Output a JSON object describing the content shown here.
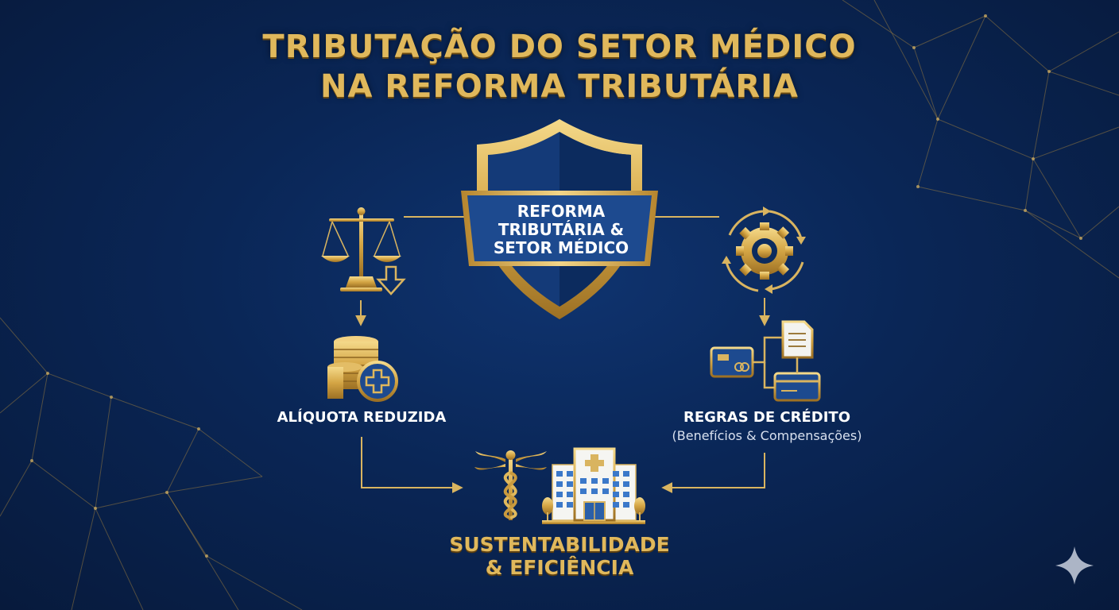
{
  "title": {
    "line1": "TRIBUTAÇÃO DO SETOR MÉDICO",
    "line2": "NA REFORMA TRIBUTÁRIA"
  },
  "shield": {
    "line1": "REFORMA",
    "line2": "TRIBUTÁRIA &",
    "line3": "SETOR MÉDICO"
  },
  "left_branch": {
    "label": "ALÍQUOTA REDUZIDA"
  },
  "right_branch": {
    "label": "REGRAS DE CRÉDITO",
    "sublabel": "(Benefícios & Compensações)"
  },
  "outcome": {
    "line1": "SUSTENTABILIDADE",
    "line2": "& EFICIÊNCIA"
  },
  "colors": {
    "gold": "#e0b85c",
    "background": "#0a2656",
    "shield_blue": "#1d4a8f"
  },
  "icons": [
    "scales-icon",
    "down-arrow-icon",
    "coins-icon",
    "medical-cross-icon",
    "gear-cycle-icon",
    "document-icon",
    "credit-card-icon",
    "caduceus-icon",
    "hospital-icon",
    "sparkle-icon"
  ]
}
